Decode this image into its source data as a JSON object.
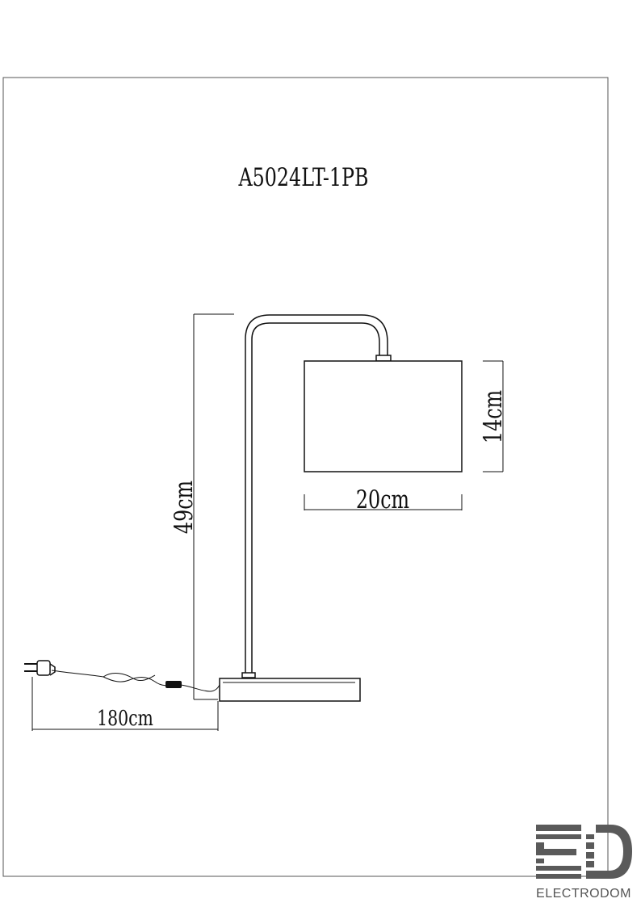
{
  "drawing": {
    "model_code": "A5024LT-1PB",
    "dimensions": {
      "height": "49cm",
      "shade_height": "14cm",
      "shade_width": "20cm",
      "cord_length": "180cm"
    }
  },
  "brand": {
    "name": "ELECTRODOM",
    "logo_letters": "ED",
    "color": "#555555"
  }
}
